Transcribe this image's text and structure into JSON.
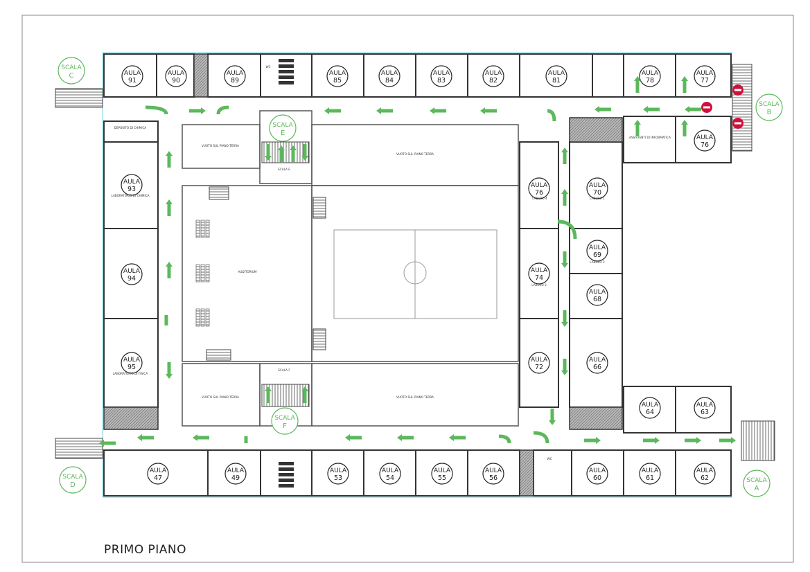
{
  "title": "PRIMO PIANO",
  "colors": {
    "wall": "#333333",
    "arrow": "#5cb85c",
    "scala": "#5cb85c",
    "exit": "#d0103a",
    "hatch": "#9a9a9a",
    "glass": "#9fe3ee"
  },
  "stairs": [
    {
      "label": "SCALA",
      "letter": "C"
    },
    {
      "label": "SCALA",
      "letter": "D"
    },
    {
      "label": "SCALA",
      "letter": "B"
    },
    {
      "label": "SCALA",
      "letter": "A"
    },
    {
      "label": "SCALA",
      "letter": "E"
    },
    {
      "label": "SCALA",
      "letter": "F"
    }
  ],
  "aule": [
    {
      "prefix": "AULA",
      "number": "91"
    },
    {
      "prefix": "AULA",
      "number": "90"
    },
    {
      "prefix": "AULA",
      "number": "89"
    },
    {
      "prefix": "AULA",
      "number": "85"
    },
    {
      "prefix": "AULA",
      "number": "84"
    },
    {
      "prefix": "AULA",
      "number": "83"
    },
    {
      "prefix": "AULA",
      "number": "82"
    },
    {
      "prefix": "AULA",
      "number": "81"
    },
    {
      "prefix": "AULA",
      "number": "78"
    },
    {
      "prefix": "AULA",
      "number": "77"
    },
    {
      "prefix": "AULA",
      "number": "76"
    },
    {
      "prefix": "AULA",
      "number": "93"
    },
    {
      "prefix": "AULA",
      "number": "94"
    },
    {
      "prefix": "AULA",
      "number": "95"
    },
    {
      "prefix": "AULA",
      "number": "47"
    },
    {
      "prefix": "AULA",
      "number": "49"
    },
    {
      "prefix": "AULA",
      "number": "53"
    },
    {
      "prefix": "AULA",
      "number": "54"
    },
    {
      "prefix": "AULA",
      "number": "55"
    },
    {
      "prefix": "AULA",
      "number": "56"
    },
    {
      "prefix": "AULA",
      "number": "60"
    },
    {
      "prefix": "AULA",
      "number": "61"
    },
    {
      "prefix": "AULA",
      "number": "62"
    },
    {
      "prefix": "AULA",
      "number": "64"
    },
    {
      "prefix": "AULA",
      "number": "63"
    },
    {
      "prefix": "AULA",
      "number": "76"
    },
    {
      "prefix": "AULA",
      "number": "74"
    },
    {
      "prefix": "AULA",
      "number": "72"
    },
    {
      "prefix": "AULA",
      "number": "70"
    },
    {
      "prefix": "AULA",
      "number": "69"
    },
    {
      "prefix": "AULA",
      "number": "68"
    },
    {
      "prefix": "AULA",
      "number": "66"
    }
  ],
  "room_notes": [
    "DEPOSITO DI CHIMICA",
    "LABORATORIO DI CHIMICA",
    "LABORATORIO DI FISICA",
    "VUOTO SUL PIANO TERRA",
    "VUOTO SUL PIANO TERRA",
    "VUOTO SUL PIANO TERRA",
    "VUOTO SUL PIANO TERRA",
    "AUDITORIUM",
    "SCALA E",
    "SCALA F",
    "ASSISTENTI DI INFORMATICA",
    "LABURO 4",
    "LABURO 1",
    "LABURO 2",
    "LABURO 3",
    "WC",
    "WC"
  ]
}
